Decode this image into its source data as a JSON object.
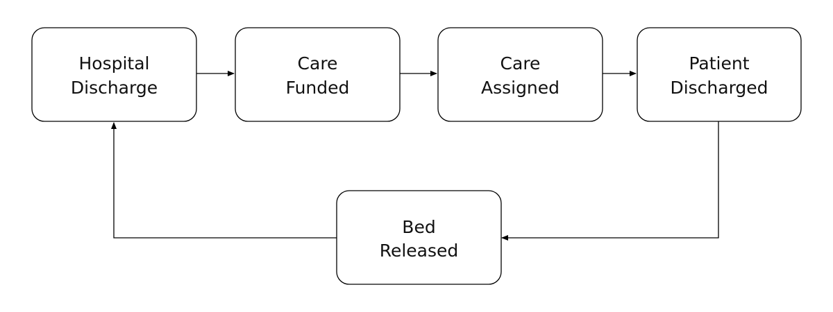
{
  "diagram": {
    "nodes": [
      {
        "id": "hospital-discharge",
        "lines": [
          "Hospital",
          "Discharge"
        ]
      },
      {
        "id": "care-funded",
        "lines": [
          "Care",
          "Funded"
        ]
      },
      {
        "id": "care-assigned",
        "lines": [
          "Care",
          "Assigned"
        ]
      },
      {
        "id": "patient-discharged",
        "lines": [
          "Patient",
          "Discharged"
        ]
      },
      {
        "id": "bed-released",
        "lines": [
          "Bed",
          "Released"
        ]
      }
    ],
    "edges": [
      {
        "from": "hospital-discharge",
        "to": "care-funded"
      },
      {
        "from": "care-funded",
        "to": "care-assigned"
      },
      {
        "from": "care-assigned",
        "to": "patient-discharged"
      },
      {
        "from": "patient-discharged",
        "to": "bed-released"
      },
      {
        "from": "bed-released",
        "to": "hospital-discharge"
      }
    ],
    "colors": {
      "stroke": "#000000",
      "fill": "#ffffff",
      "text": "#111111"
    }
  }
}
